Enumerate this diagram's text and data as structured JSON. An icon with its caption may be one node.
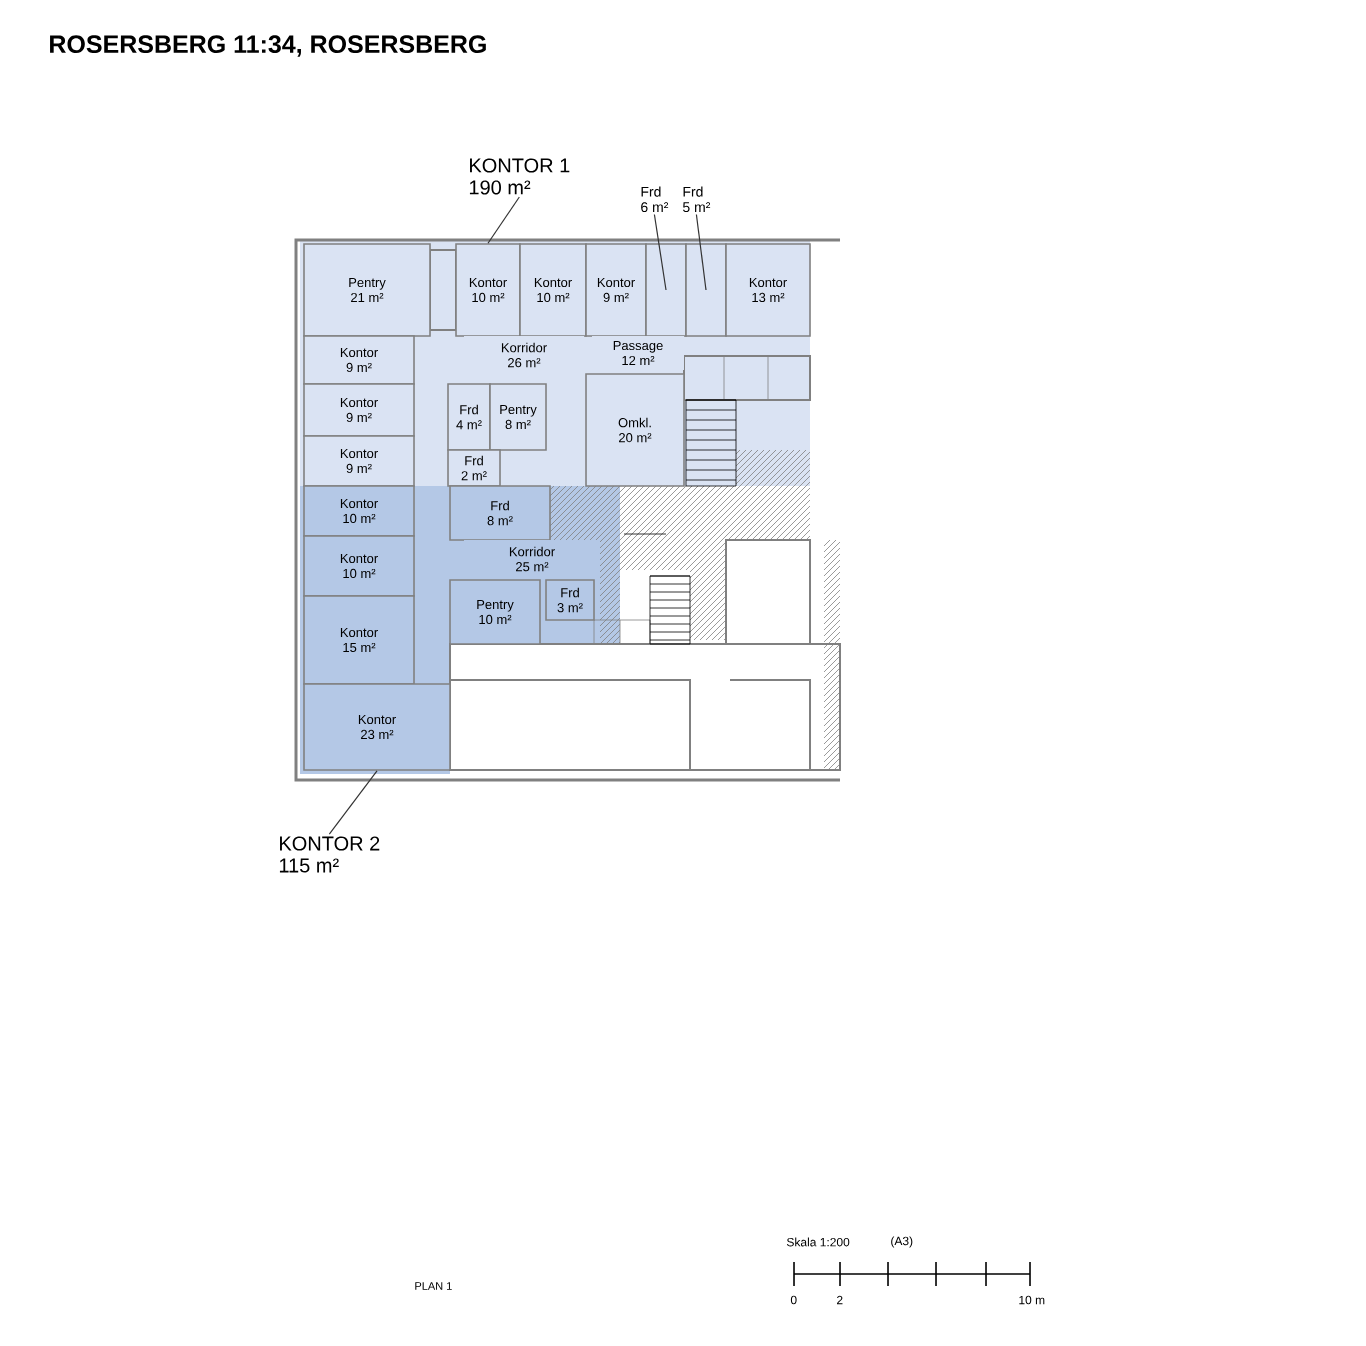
{
  "diagram": {
    "title": "ROSERSBERG 11:34, ROSERSBERG",
    "nodes": [
      {
        "text": [
          "KONTOR 1",
          "190 m²"
        ]
      },
      {
        "text": [
          "Frd",
          "6 m²"
        ]
      },
      {
        "text": [
          "Frd",
          "5 m²"
        ]
      },
      {
        "text": [
          "Pentry",
          "21 m²"
        ]
      },
      {
        "text": [
          "Kontor",
          "10 m²"
        ]
      },
      {
        "text": [
          "Kontor",
          "10 m²"
        ]
      },
      {
        "text": [
          "Kontor",
          "9 m²"
        ]
      },
      {
        "text": [],
        "shape": "box"
      },
      {
        "text": [],
        "shape": "box"
      },
      {
        "text": [
          "Kontor",
          "13 m²"
        ]
      },
      {
        "text": [
          "Kontor",
          "9 m²"
        ]
      },
      {
        "text": [
          "Korridor",
          "26 m²"
        ]
      },
      {
        "text": [
          "Passage",
          "12 m²"
        ]
      },
      {
        "text": [
          "Kontor",
          "9 m²"
        ]
      },
      {
        "text": [
          "Frd",
          "4 m²"
        ]
      },
      {
        "text": [
          "Pentry",
          "8 m²"
        ]
      },
      {
        "text": [
          "Omkl.",
          "20 m²"
        ]
      },
      {
        "text": [
          "Kontor",
          "9 m²"
        ]
      },
      {
        "text": [
          "Frd",
          "2 m²"
        ]
      },
      {
        "text": [
          "Kontor",
          "10 m²"
        ]
      },
      {
        "text": [
          "Frd",
          "8 m²"
        ]
      },
      {
        "text": [
          "Kontor",
          "10 m²"
        ]
      },
      {
        "text": [
          "Korridor",
          "25 m²"
        ]
      },
      {
        "text": [
          "Pentry",
          "10 m²"
        ]
      },
      {
        "text": [
          "Frd",
          "3 m²"
        ]
      },
      {
        "text": [
          "Kontor",
          "15 m²"
        ]
      },
      {
        "text": [
          "Kontor",
          "23 m²"
        ]
      },
      {
        "text": [
          "KONTOR 2",
          "115 m²"
        ]
      }
    ],
    "edges": [
      {
        "from": 0,
        "to": 4,
        "arrow": "none"
      },
      {
        "from": 1,
        "to": 7,
        "arrow": "none"
      },
      {
        "from": 2,
        "to": 8,
        "arrow": "none"
      },
      {
        "from": 27,
        "to": 26,
        "arrow": "none"
      }
    ],
    "labels": [
      "PLAN 1",
      "Skala 1:200",
      "(A3)",
      "0",
      "2",
      "10 m"
    ]
  }
}
